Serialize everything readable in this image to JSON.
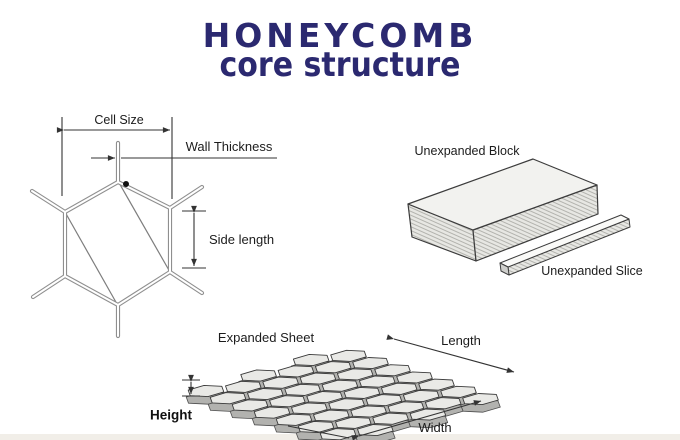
{
  "title": {
    "line1": "HONEYCOMB",
    "line2": "core structure"
  },
  "colors": {
    "title_navy": "#2b2970",
    "dimension_line": "#333333",
    "hexagon_wall_gray": "#8f8f8f",
    "cell_top_face": "#e9e9e6",
    "cell_wall_face": "#b2b2af",
    "block_face_light": "#f2f2ef",
    "hatch_background": "#e7e7e3",
    "hatch_stroke": "#b3b3ae"
  },
  "cell_diagram": {
    "cell_size_label": "Cell Size",
    "wall_thickness_label": "Wall Thickness",
    "side_length_label": "Side length"
  },
  "block_diagram": {
    "block_label": "Unexpanded Block",
    "slice_label": "Unexpanded Slice"
  },
  "sheet_diagram": {
    "sheet_label": "Expanded Sheet",
    "length_label": "Length",
    "width_label": "Width",
    "height_label": "Height"
  }
}
